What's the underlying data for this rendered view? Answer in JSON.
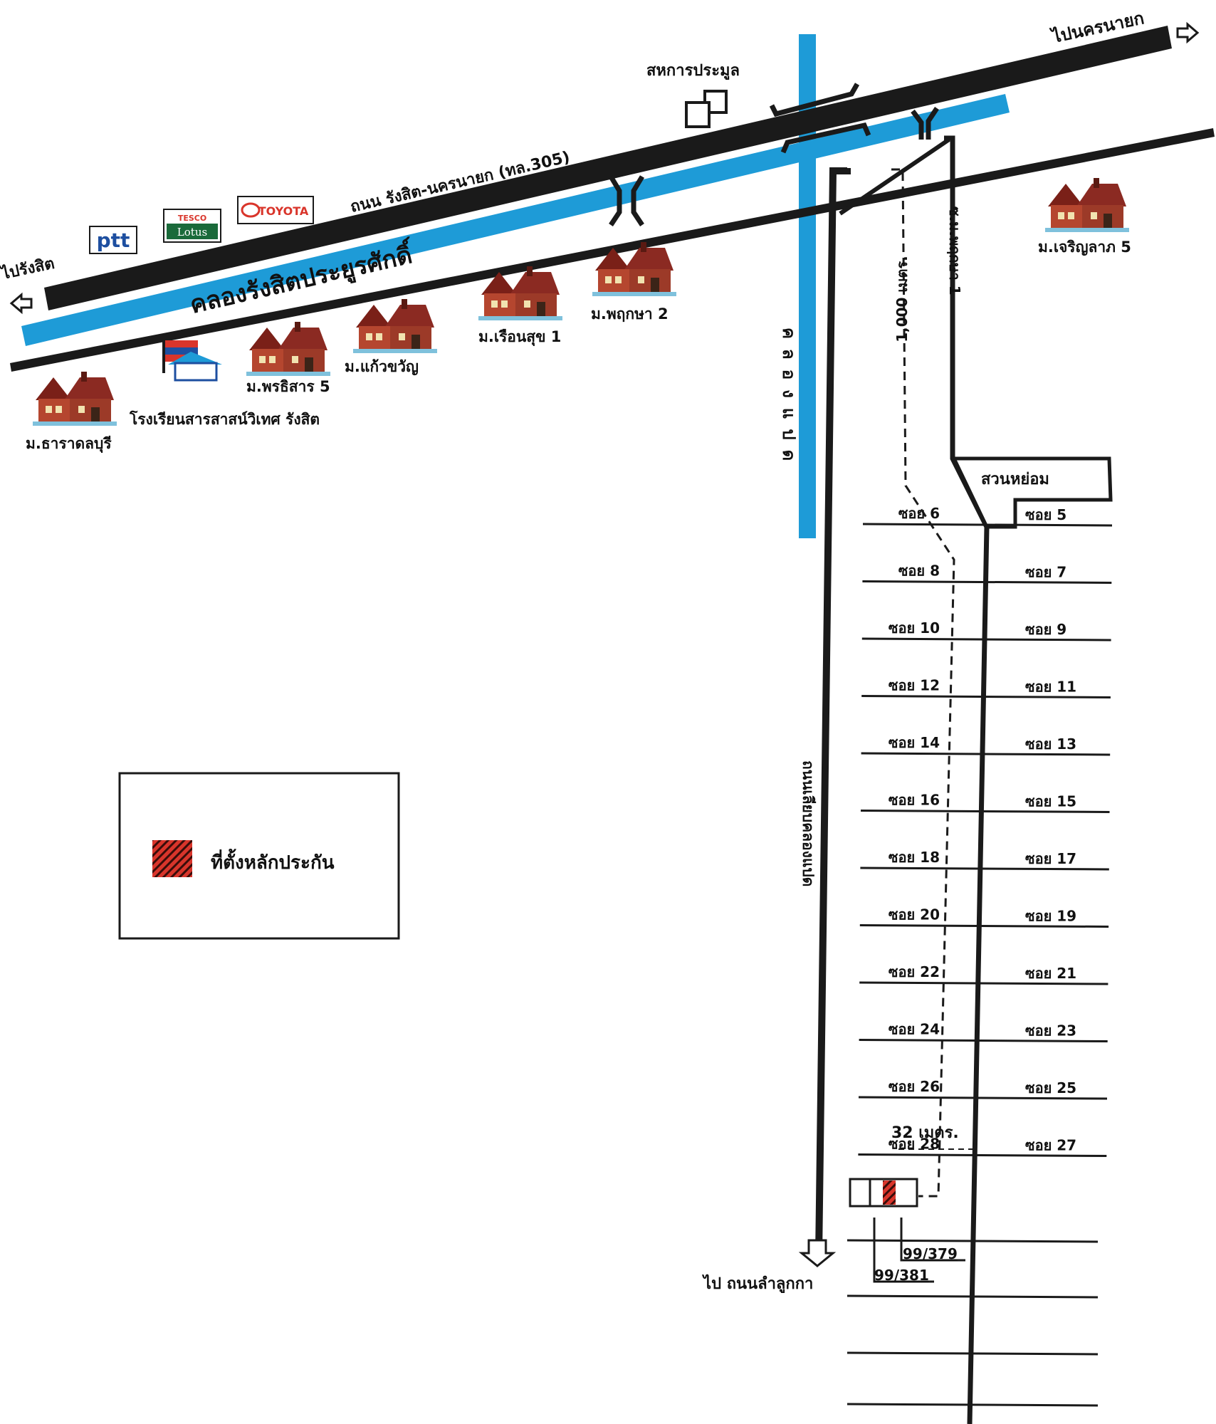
{
  "directions": {
    "to_rangsit": "ไปรังสิต",
    "to_nakhon_nayok": "ไปนครนายก",
    "to_lam_luk_ka": "ไป ถนนลำลูกกา"
  },
  "roads": {
    "main_highway": "ถนน รังสิต-นครนายก (ทล.305)",
    "khlong_paet_side_road": "ถนนเลียบคลองแปด",
    "soi_phruksa": "ซ.ม.พฤกษา 1"
  },
  "canals": {
    "rangsit_canal": "คลองรังสิตประยูรศักดิ์",
    "khlong_paet": "คลองแปด"
  },
  "places": {
    "sahakarn": "สหการประมูล",
    "villages": [
      {
        "name": "ม.ธาราดลบุรี"
      },
      {
        "name": "ม.พรธิสาร 5"
      },
      {
        "name": "ม.แก้วขวัญ"
      },
      {
        "name": "ม.เรือนสุข 1"
      },
      {
        "name": "ม.พฤกษา 2"
      },
      {
        "name": "ม.เจริญลาภ 5"
      }
    ],
    "school": "โรงเรียนสารสาสน์วิเทศ รังสิต",
    "park": "สวนหย่อม"
  },
  "brands": {
    "ptt": "ptt",
    "tesco_top": "TESCO",
    "tesco_bottom": "Lotus",
    "toyota": "TOYOTA"
  },
  "distances": {
    "long": "1,000 เมตร.",
    "short": "32 เมตร."
  },
  "sois": {
    "left": [
      "ซอย 6",
      "ซอย 8",
      "ซอย 10",
      "ซอย 12",
      "ซอย 14",
      "ซอย 16",
      "ซอย 18",
      "ซอย 20",
      "ซอย 22",
      "ซอย 24",
      "ซอย 26",
      "ซอย 28"
    ],
    "right": [
      "ซอย 5",
      "ซอย 7",
      "ซอย 9",
      "ซอย 11",
      "ซอย 13",
      "ซอย 15",
      "ซอย 17",
      "ซอย 19",
      "ซอย 21",
      "ซอย 23",
      "ซอย 25",
      "ซอย 27"
    ]
  },
  "plots": {
    "a": "99/379",
    "b": "99/381"
  },
  "legend": {
    "label": "ที่ตั้งหลักประกัน"
  },
  "colors": {
    "canal": "#1e9bd7",
    "road": "#1a1a1a",
    "house_roof": "#8b2a22",
    "collateral": "#d9352b"
  }
}
